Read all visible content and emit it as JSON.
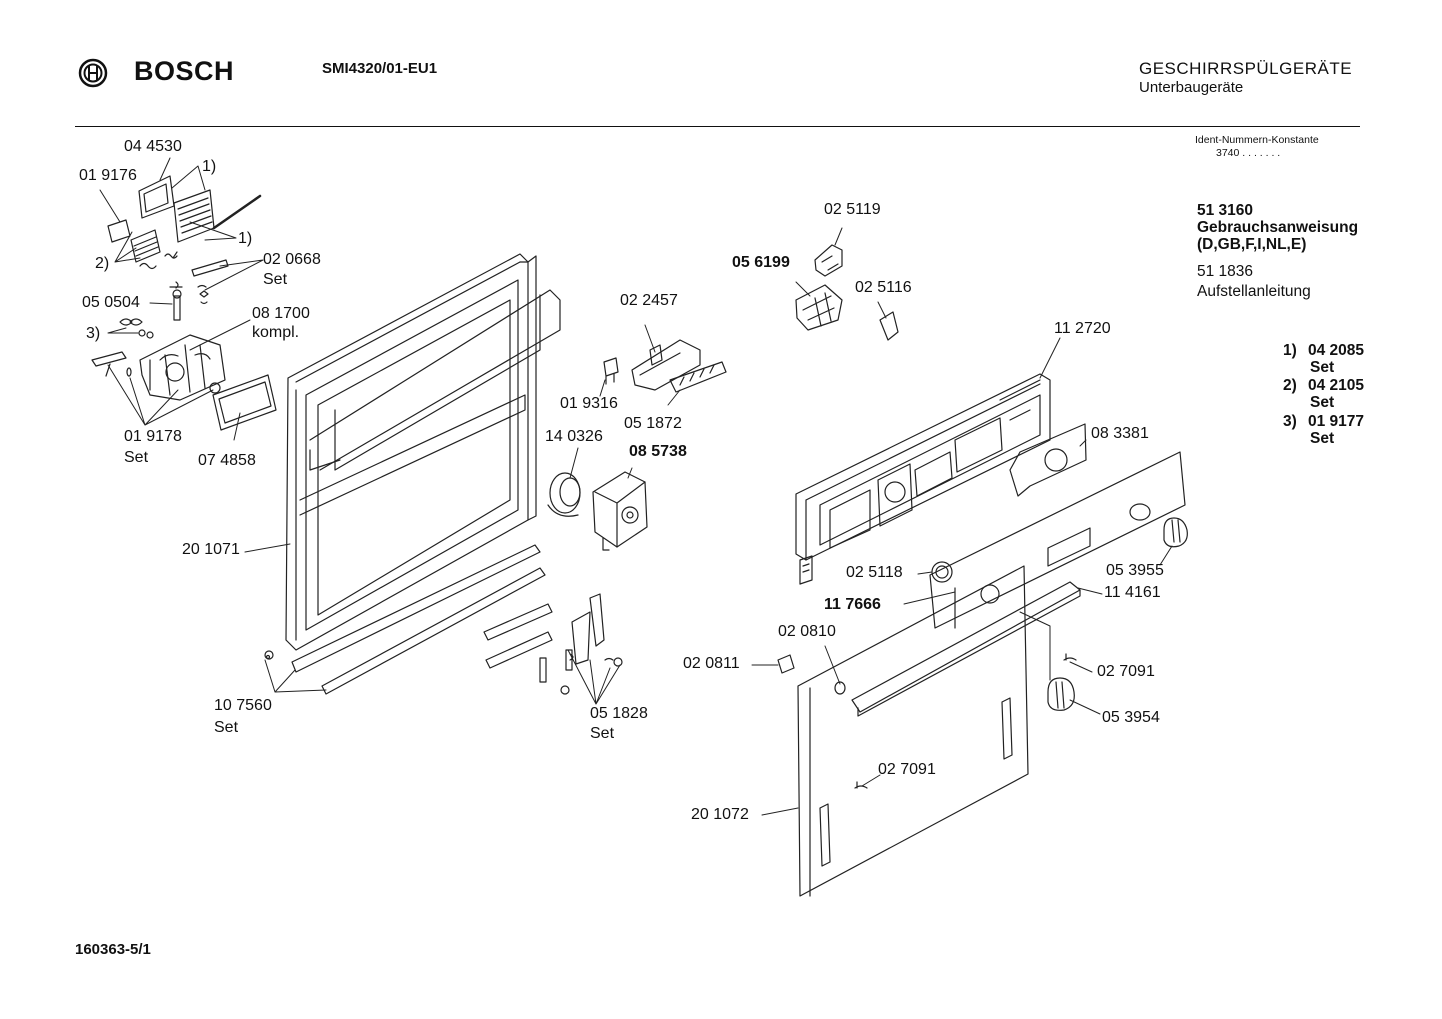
{
  "header": {
    "brand": "BOSCH",
    "model": "SMI4320/01-EU1",
    "category": "GESCHIRRSPÜLGERÄTE",
    "subcategory": "Unterbaugeräte",
    "ident_label": "Ident-Nummern-Konstante",
    "ident_value": "3740  . . . . . . ."
  },
  "documents": {
    "manual_number": "51 3160",
    "manual_title": "Gebrauchsanweisung",
    "manual_langs": "(D,GB,F,I,NL,E)",
    "install_number": "51 1836",
    "install_title": "Aufstellanleitung"
  },
  "sets": [
    {
      "key": "1)",
      "number": "04 2085",
      "suffix": "Set"
    },
    {
      "key": "2)",
      "number": "04 2105",
      "suffix": "Set"
    },
    {
      "key": "3)",
      "number": "01 9177",
      "suffix": "Set"
    }
  ],
  "parts": {
    "p044530": "04 4530",
    "p019176": "01 9176",
    "ref1a": "1)",
    "ref1b": "1)",
    "ref2": "2)",
    "ref3": "3)",
    "p020668": "02 0668",
    "p020668_set": "Set",
    "p050504": "05 0504",
    "p081700": "08 1700",
    "p081700_kompl": "kompl.",
    "p019178": "01 9178",
    "p019178_set": "Set",
    "p074858": "07 4858",
    "p201071": "20 1071",
    "p107560": "10 7560",
    "p107560_set": "Set",
    "p022457": "02 2457",
    "p019316": "01 9316",
    "p051872": "05 1872",
    "p140326": "14 0326",
    "p085738": "08 5738",
    "p051828": "05 1828",
    "p051828_set": "Set",
    "p025119": "02 5119",
    "p056199": "05 6199",
    "p025116": "02 5116",
    "p112720": "11 2720",
    "p083381": "08 3381",
    "p025118": "02 5118",
    "p053955": "05 3955",
    "p117666": "11 7666",
    "p114161": "11 4161",
    "p020810": "02 0810",
    "p020811": "02 0811",
    "p027091a": "02 7091",
    "p053954": "05 3954",
    "p027091b": "02 7091",
    "p201072": "20 1072"
  },
  "footer": {
    "drawing_number": "160363-5/1"
  }
}
